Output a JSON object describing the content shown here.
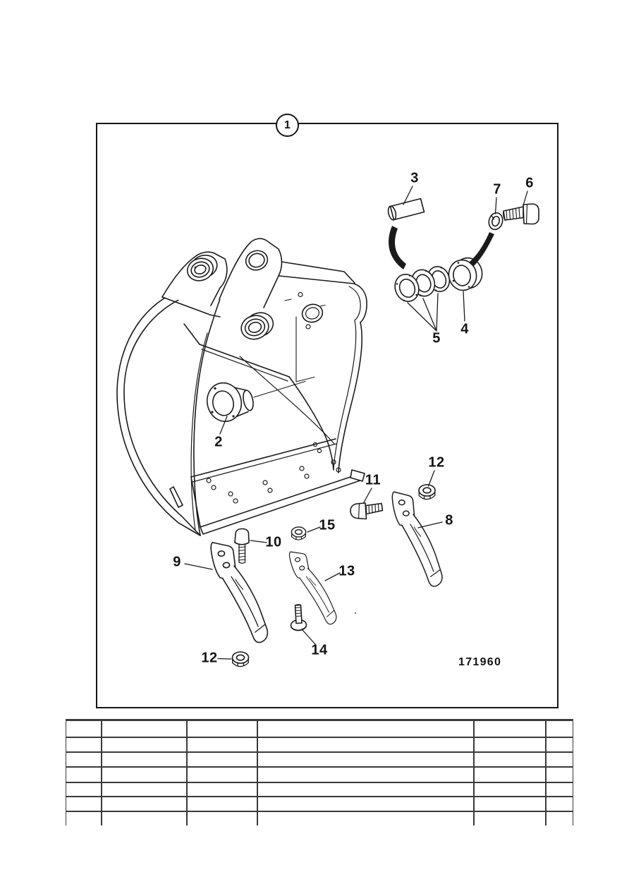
{
  "page": {
    "background_color": "#ffffff",
    "ink_color": "#1b1b1b"
  },
  "figure": {
    "frame_callout": "1",
    "drawing_number": "171960",
    "callouts": {
      "c2": "2",
      "c3": "3",
      "c4": "4",
      "c5": "5",
      "c6": "6",
      "c7": "7",
      "c8": "8",
      "c9": "9",
      "c10": "10",
      "c11": "11",
      "c12_top": "12",
      "c12_bottom": "12",
      "c13": "13",
      "c14": "14",
      "c15": "15"
    }
  },
  "parts_table": {
    "column_count": 6,
    "visible_row_count": 8,
    "all_cells_blank": true
  }
}
